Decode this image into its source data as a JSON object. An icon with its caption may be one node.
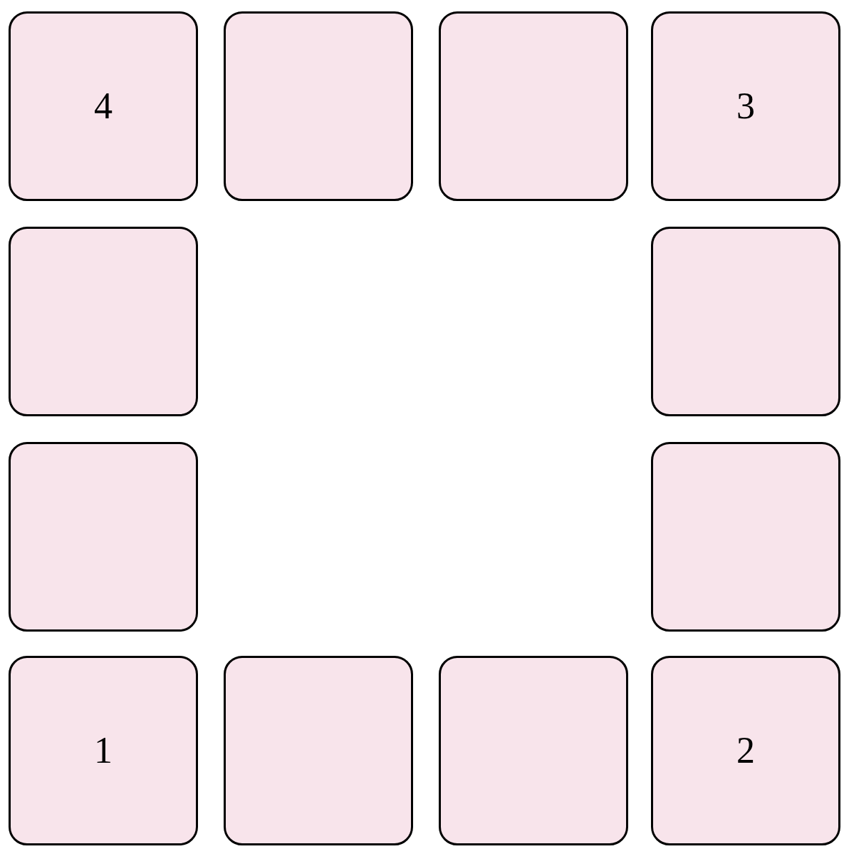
{
  "diagram": {
    "nodes": [
      {
        "text": [
          "4"
        ]
      },
      {
        "text": [],
        "shape": "box"
      },
      {
        "text": [],
        "shape": "box"
      },
      {
        "text": [
          "3"
        ]
      },
      {
        "text": [],
        "shape": "box"
      },
      {
        "text": [],
        "shape": "box"
      },
      {
        "text": [],
        "shape": "box"
      },
      {
        "text": [],
        "shape": "box"
      },
      {
        "text": [
          "1"
        ]
      },
      {
        "text": [],
        "shape": "box"
      },
      {
        "text": [],
        "shape": "box"
      },
      {
        "text": [
          "2"
        ]
      }
    ]
  }
}
